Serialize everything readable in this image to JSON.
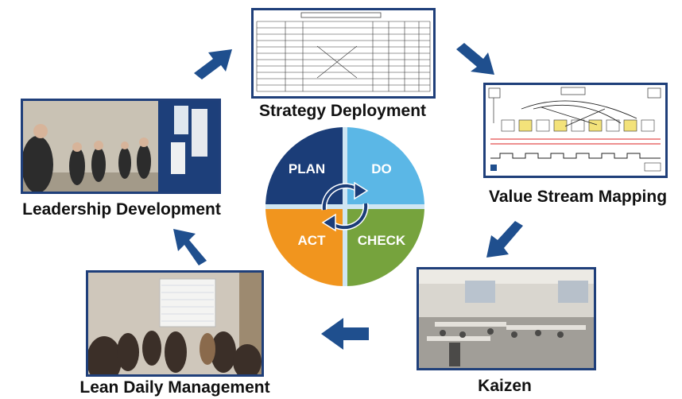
{
  "steps": {
    "strategy": "Strategy Deployment",
    "vsm": "Value Stream Mapping",
    "kaizen": "Kaizen",
    "ldm": "Lean Daily Management",
    "leadership": "Leadership Development"
  },
  "pdca": {
    "plan": "PLAN",
    "do": "DO",
    "act": "ACT",
    "check": "CHECK"
  },
  "colors": {
    "plan": "#1b3d78",
    "do": "#5bb7e6",
    "act": "#f1951e",
    "check": "#76a33d",
    "arrow": "#1f4f8e",
    "frame": "#1f3f7a"
  },
  "icons": [
    "cycle-arrows-icon",
    "flow-arrow-icon"
  ]
}
